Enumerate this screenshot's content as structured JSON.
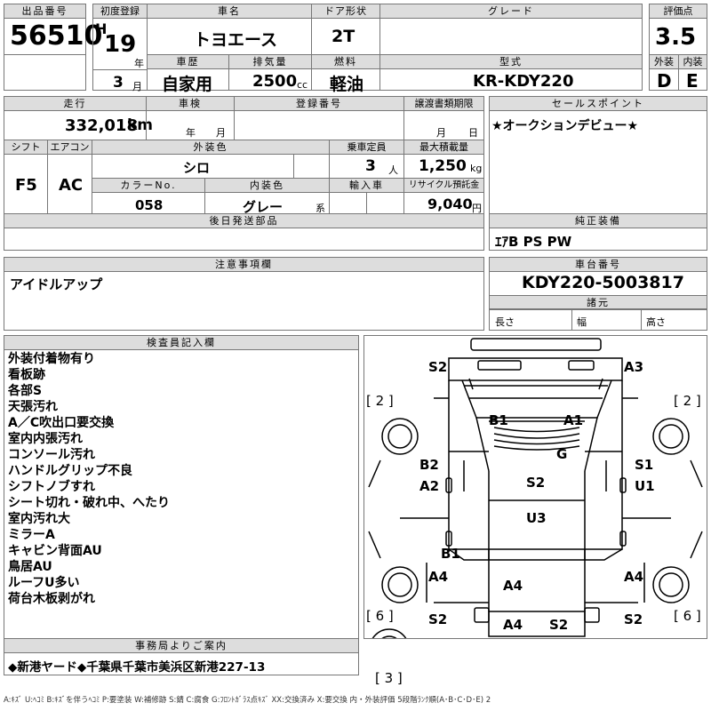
{
  "headers": {
    "lot_no": "出品番号",
    "first_reg": "初度登録",
    "car_name": "車名",
    "door": "ドア形状",
    "grade": "グレード",
    "score": "評価点",
    "history": "車歴",
    "displacement": "排気量",
    "fuel": "燃料",
    "model": "型式",
    "exterior": "外装",
    "interior": "内装",
    "mileage": "走行",
    "inspection": "車検",
    "registration": "登録番号",
    "transfer_deadline": "譲渡書類期限",
    "sales_point": "セールスポイント",
    "shift": "シフト",
    "aircon": "エアコン",
    "ext_color": "外装色",
    "capacity": "乗車定員",
    "max_load": "最大積載量",
    "color_no": "カラーNo.",
    "int_color": "内装色",
    "import": "輸入車",
    "recycle": "リサイクル預託金",
    "later_parts": "後日発送部品",
    "equipment": "純正装備",
    "caution": "注意事項欄",
    "chassis": "車台番号",
    "dims": "諸元",
    "inspector": "検査員記入欄",
    "office": "事務局よりご案内"
  },
  "lot_no": "56510",
  "era": "H",
  "year": "19",
  "year_unit": "年",
  "month": "3",
  "month_unit": "月",
  "car_name": "トヨエース",
  "door": "2T",
  "score": "3.5",
  "history": "自家用",
  "displacement": "2500",
  "displacement_unit": "cc",
  "fuel": "軽油",
  "model": "KR-KDY220",
  "exterior_grade": "D",
  "interior_grade": "E",
  "mileage": "332,018",
  "mileage_unit": "km",
  "inspection_year": "年",
  "inspection_month": "月",
  "transfer_month": "月",
  "transfer_day": "日",
  "sales_point": "★オークションデビュー★",
  "shift": "F5",
  "aircon": "AC",
  "ext_color": "シロ",
  "capacity": "3",
  "capacity_unit": "人",
  "max_load": "1,250",
  "max_load_unit": "kg",
  "color_no": "058",
  "int_color": "グレー",
  "int_color_suffix": "系",
  "recycle": "9,040",
  "recycle_unit": "円",
  "equipment": "ｴｱB PS PW",
  "caution": "アイドルアップ",
  "chassis_no": "KDY220-5003817",
  "dims": {
    "length": "長さ",
    "width": "幅",
    "height": "高さ"
  },
  "inspector_notes": [
    "外装付着物有り",
    "看板跡",
    "各部S",
    "天張汚れ",
    "A／C吹出口要交換",
    "室内内張汚れ",
    "コンソール汚れ",
    "ハンドルグリップ不良",
    "シフトノブすれ",
    "シート切れ・破れ中、へたり",
    "室内汚れ大",
    "ミラーA",
    "キャビン背面AU",
    "鳥居AU",
    "ルーフU多い",
    "荷台木板剥がれ"
  ],
  "diagram_marks": {
    "s2_top_left": "S2",
    "a3_top_right": "A3",
    "b1_cab": "B1",
    "a1_cab": "A1",
    "g": "G",
    "b2": "B2",
    "s1": "S1",
    "a2": "A2",
    "u1": "U1",
    "s2_center": "S2",
    "u3": "U3",
    "b1_lower": "B1",
    "a4_left": "A4",
    "a4_right": "A4",
    "a4_center": "A4",
    "s2_left_bottom": "S2",
    "s2_right_bottom": "S2",
    "a4_bottom": "A4",
    "s2_bottom": "S2",
    "wheel_front_left": "[ 2 ]",
    "wheel_front_right": "[ 2 ]",
    "wheel_rear_left": "[ 6 ]",
    "wheel_rear_right": "[ 6 ]",
    "spare_wheel": "[ 3 ]"
  },
  "office_info": "◆新港ヤード◆千葉県千葉市美浜区新港227-13",
  "legend": "A:ｷｽﾞ U:ﾍｺﾐ B:ｷｽﾞを伴うﾍｺﾐ P:要塗装 W:補修跡 S:錆 C:腐食 G:ﾌﾛﾝﾄｶﾞﾗｽ点ｷｽﾞ XX:交換済み X:要交換 内・外装評価 5段階ﾗﾝｸ順(A･B･C･D･E) 2"
}
